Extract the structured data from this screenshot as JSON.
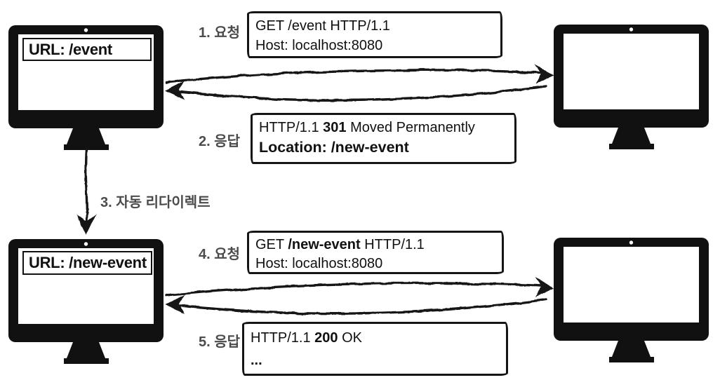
{
  "diagram": {
    "name": "http-redirect-flow",
    "colors": {
      "ink": "#111111",
      "label_gray": "#4b4b4b",
      "paper": "#ffffff"
    },
    "icons": {
      "client_before": "desktop-monitor-icon",
      "client_after": "desktop-monitor-icon",
      "server_top": "desktop-monitor-icon",
      "server_bottom": "desktop-monitor-icon",
      "request1": "right-arrow-icon",
      "response1": "left-arrow-icon",
      "redirect": "down-arrow-icon",
      "request2": "right-arrow-icon",
      "response2": "left-arrow-icon"
    }
  },
  "clients": {
    "before": {
      "url": "URL: /event"
    },
    "after": {
      "url": "URL: /new-event"
    }
  },
  "steps": {
    "request1": {
      "label": "1. 요청",
      "line1": "GET /event HTTP/1.1",
      "line2": "Host: localhost:8080"
    },
    "response1": {
      "label": "2. 응답",
      "line1_pre": "HTTP/1.1 ",
      "line1_code": "301",
      "line1_post": " Moved Permanently",
      "line2": "Location: /new-event"
    },
    "redirect": {
      "label": "3. 자동 리다이렉트"
    },
    "request2": {
      "label": "4. 요청",
      "line1_pre": "GET ",
      "line1_path": "/new-event",
      "line1_post": " HTTP/1.1",
      "line2": "Host: localhost:8080"
    },
    "response2": {
      "label": "5. 응답",
      "line1_pre": "HTTP/1.1 ",
      "line1_code": "200",
      "line1_post": " OK",
      "line2": "..."
    }
  }
}
